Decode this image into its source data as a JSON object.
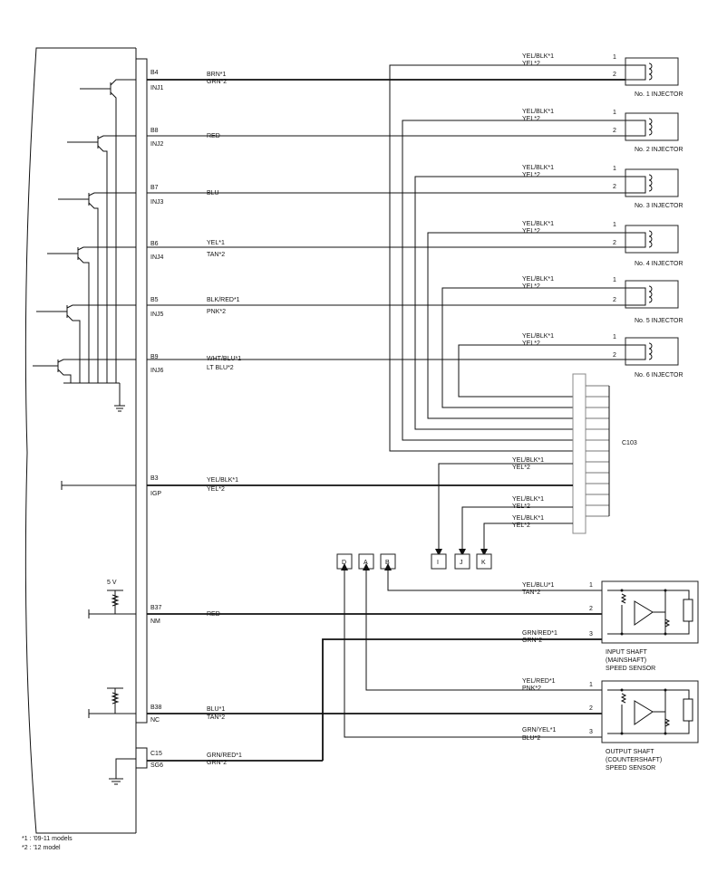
{
  "ecm_pins": [
    {
      "pin": "B4",
      "name": "INJ1",
      "wire1": "BRN*1",
      "wire2": "GRN*2"
    },
    {
      "pin": "B8",
      "name": "INJ2",
      "wire1": "RED",
      "wire2": ""
    },
    {
      "pin": "B7",
      "name": "INJ3",
      "wire1": "BLU",
      "wire2": ""
    },
    {
      "pin": "B6",
      "name": "INJ4",
      "wire1": "YEL*1",
      "wire2": "TAN*2"
    },
    {
      "pin": "B5",
      "name": "INJ5",
      "wire1": "BLK/RED*1",
      "wire2": "PNK*2"
    },
    {
      "pin": "B9",
      "name": "INJ6",
      "wire1": "WHT/BLU*1",
      "wire2": "LT BLU*2"
    },
    {
      "pin": "B3",
      "name": "IGP",
      "wire1": "YEL/BLK*1",
      "wire2": "YEL*2"
    },
    {
      "pin": "B37",
      "name": "NM",
      "wire1": "RED",
      "wire2": ""
    },
    {
      "pin": "B38",
      "name": "NC",
      "wire1": "BLU*1",
      "wire2": "TAN*2"
    },
    {
      "pin": "C15",
      "name": "SG6",
      "wire1": "GRN/RED*1",
      "wire2": "GRN*2"
    }
  ],
  "injectors": [
    {
      "label": "No. 1 INJECTOR",
      "feed1": "YEL/BLK*1",
      "feed2": "YEL*2",
      "pin1": "1",
      "pin2": "2"
    },
    {
      "label": "No. 2 INJECTOR",
      "feed1": "YEL/BLK*1",
      "feed2": "YEL*2",
      "pin1": "1",
      "pin2": "2"
    },
    {
      "label": "No. 3 INJECTOR",
      "feed1": "YEL/BLK*1",
      "feed2": "YEL*2",
      "pin1": "1",
      "pin2": "2"
    },
    {
      "label": "No. 4 INJECTOR",
      "feed1": "YEL/BLK*1",
      "feed2": "YEL*2",
      "pin1": "1",
      "pin2": "2"
    },
    {
      "label": "No. 5 INJECTOR",
      "feed1": "YEL/BLK*1",
      "feed2": "YEL*2",
      "pin1": "1",
      "pin2": "2"
    },
    {
      "label": "No. 6 INJECTOR",
      "feed1": "YEL/BLK*1",
      "feed2": "YEL*2",
      "pin1": "1",
      "pin2": "2"
    }
  ],
  "connector": "C103",
  "branch_wires": [
    {
      "wire1": "YEL/BLK*1",
      "wire2": "YEL*2"
    },
    {
      "wire1": "YEL/BLK*1",
      "wire2": "YEL*2"
    },
    {
      "wire1": "YEL/BLK*1",
      "wire2": "YEL*2"
    }
  ],
  "ref_boxes": [
    "D",
    "A",
    "B",
    "I",
    "J",
    "K"
  ],
  "supply_label": "5 V",
  "input_sensor": {
    "label1": "INPUT SHAFT",
    "label2": "(MAINSHAFT)",
    "label3": "SPEED SENSOR",
    "w1a": "YEL/BLU*1",
    "w1b": "TAN*2",
    "w3a": "GRN/RED*1",
    "w3b": "GRN*2",
    "pin1": "1",
    "pin2": "2",
    "pin3": "3"
  },
  "output_sensor": {
    "label1": "OUTPUT SHAFT",
    "label2": "(COUNTERSHAFT)",
    "label3": "SPEED SENSOR",
    "w1a": "YEL/RED*1",
    "w1b": "PNK*2",
    "w3a": "GRN/YEL*1",
    "w3b": "BLU*2",
    "pin1": "1",
    "pin2": "2",
    "pin3": "3"
  },
  "footnotes": [
    "*1 : '09-11 models",
    "*2 : '12 model"
  ]
}
